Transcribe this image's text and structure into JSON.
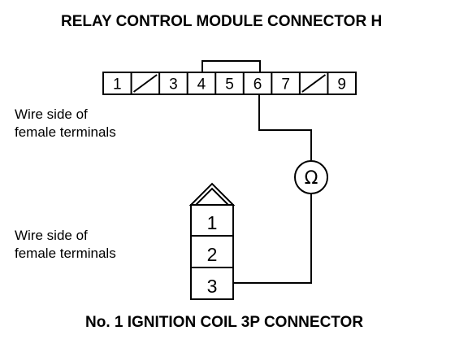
{
  "relay_connector": {
    "title": "RELAY CONTROL MODULE CONNECTOR H",
    "note_line1": "Wire side of",
    "note_line2": "female terminals",
    "cells": [
      {
        "label": "1",
        "empty": false
      },
      {
        "label": "",
        "empty": true
      },
      {
        "label": "3",
        "empty": false
      },
      {
        "label": "4",
        "empty": false
      },
      {
        "label": "5",
        "empty": false
      },
      {
        "label": "6",
        "empty": false
      },
      {
        "label": "7",
        "empty": false
      },
      {
        "label": "",
        "empty": true
      },
      {
        "label": "9",
        "empty": false
      }
    ]
  },
  "meter": {
    "symbol": "Ω",
    "icon": "ohmmeter-icon"
  },
  "coil_connector": {
    "title": "No. 1 IGNITION COIL 3P CONNECTOR",
    "note_line1": "Wire side of",
    "note_line2": "female terminals",
    "pins": [
      "1",
      "2",
      "3"
    ]
  },
  "colors": {
    "line": "#000000",
    "background": "#ffffff"
  }
}
